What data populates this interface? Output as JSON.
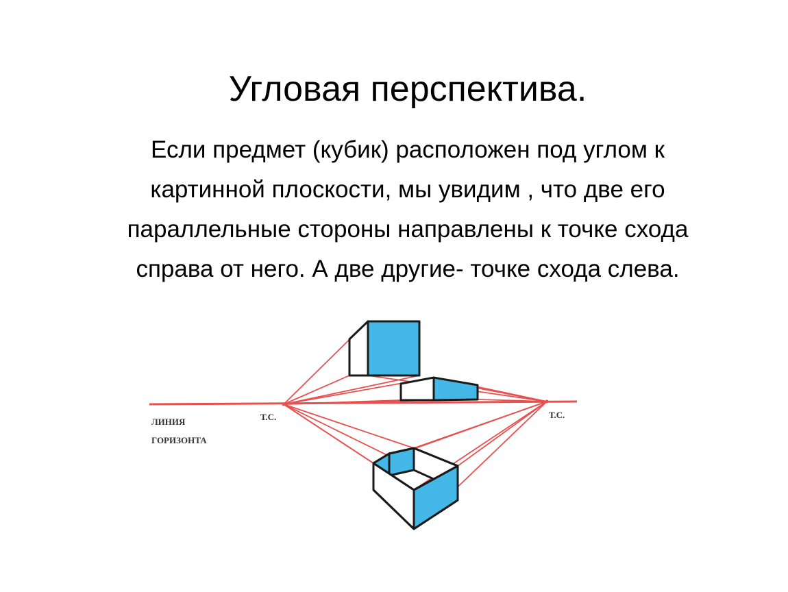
{
  "slide": {
    "title": "Угловая перспектива.",
    "body_lines": [
      "Если предмет (кубик) расположен под углом к",
      "картинной плоскости, мы увидим , что две его",
      "параллельные  стороны направлены к точке схода",
      "справа от него. А две другие- точке схода слева."
    ]
  },
  "diagram": {
    "horizon_label_line1": "ЛИНИЯ",
    "horizon_label_line2": "ГОРИЗОНТА",
    "vanishing_point_left_label": "Т.С.",
    "vanishing_point_right_label": "Т.С.",
    "colors": {
      "construction_lines": "#e8504f",
      "face_fill": "#43b8e6",
      "edges": "#1a1a1a",
      "horizon_line": "#e8504f"
    }
  }
}
